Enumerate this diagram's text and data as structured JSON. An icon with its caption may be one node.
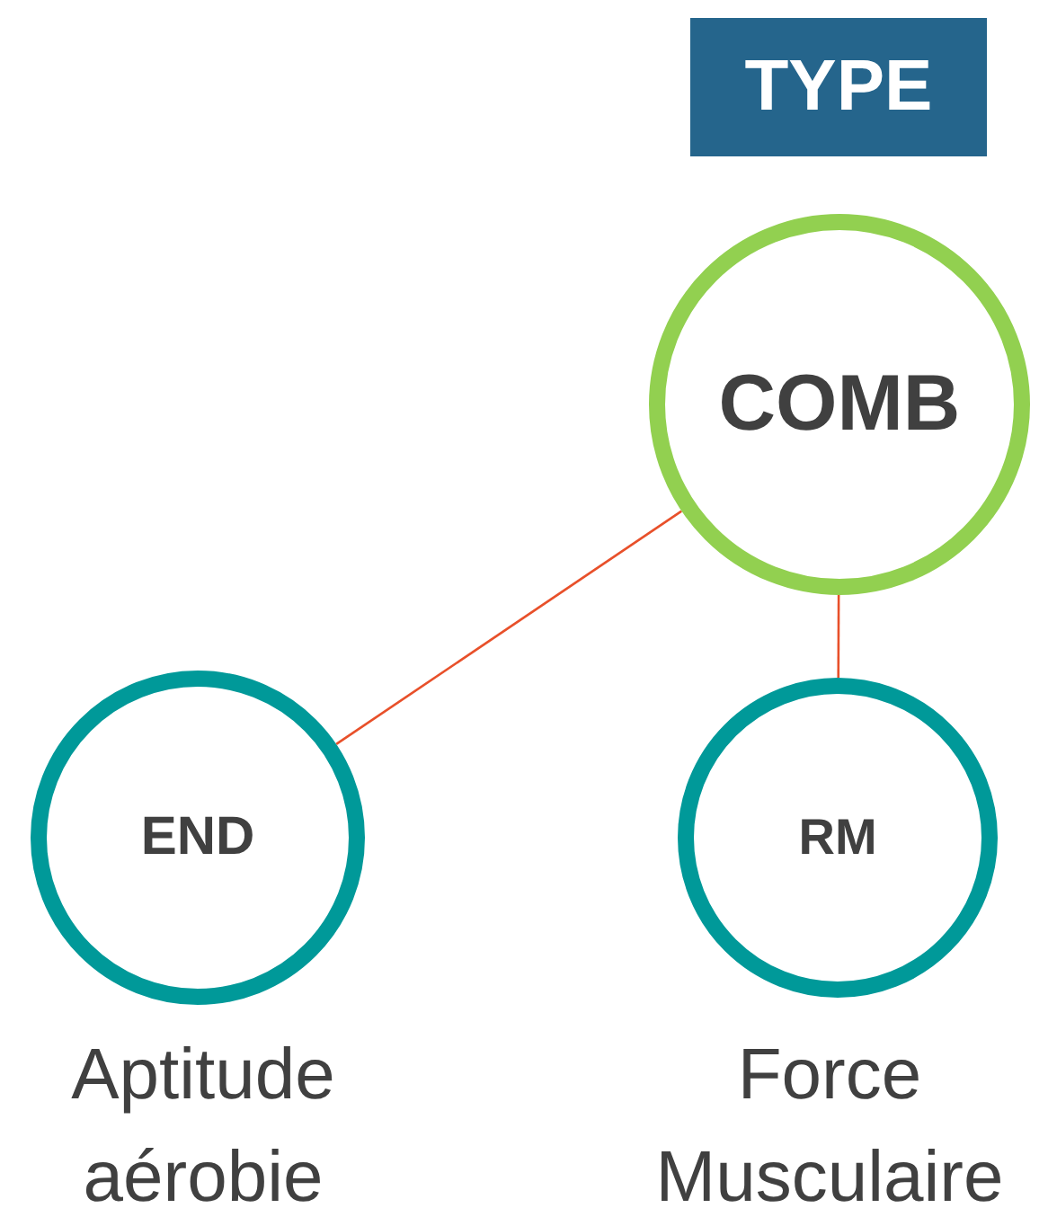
{
  "diagram": {
    "nodes": [
      {
        "text": [
          "TYPE"
        ]
      },
      {
        "text": [
          "COMB"
        ]
      },
      {
        "text": [
          "END"
        ],
        "beside": [
          "Aptitude aérobie"
        ]
      },
      {
        "text": [
          "RM"
        ],
        "beside": [
          "Force Musculaire"
        ]
      }
    ],
    "edges": [
      {
        "from": 1,
        "to": 2,
        "arrow": "none",
        "color": "#e8502a"
      },
      {
        "from": 1,
        "to": 3,
        "arrow": "none",
        "color": "#e8502a"
      }
    ]
  }
}
